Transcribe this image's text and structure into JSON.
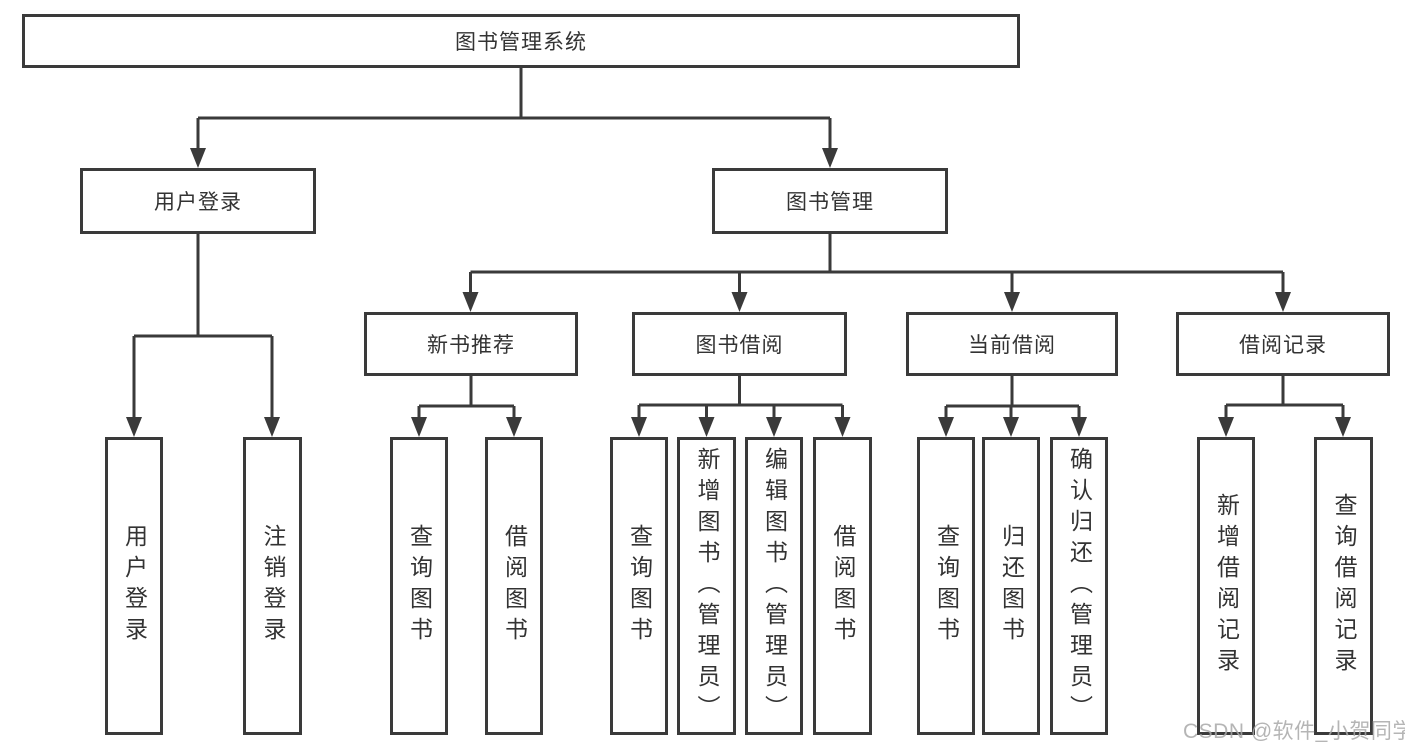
{
  "colors": {
    "background": "#ffffff",
    "line": "#3a3a3a",
    "box_border": "#3a3a3a",
    "box_fill": "#ffffff",
    "text": "#333333",
    "watermark": "#a9a9a9"
  },
  "diagram": {
    "root": {
      "label": "图书管理系统"
    },
    "branches": [
      {
        "label": "用户登录",
        "children": [
          {
            "label": "用户登录"
          },
          {
            "label": "注销登录"
          }
        ]
      },
      {
        "label": "图书管理",
        "children": [
          {
            "label": "新书推荐",
            "children": [
              {
                "label": "查询图书"
              },
              {
                "label": "借阅图书"
              }
            ]
          },
          {
            "label": "图书借阅",
            "children": [
              {
                "label": "查询图书"
              },
              {
                "label": "新增图书（管理员）"
              },
              {
                "label": "编辑图书（管理员）"
              },
              {
                "label": "借阅图书"
              }
            ]
          },
          {
            "label": "当前借阅",
            "children": [
              {
                "label": "查询图书"
              },
              {
                "label": "归还图书"
              },
              {
                "label": "确认归还（管理员）"
              }
            ]
          },
          {
            "label": "借阅记录",
            "children": [
              {
                "label": "新增借阅记录"
              },
              {
                "label": "查询借阅记录"
              }
            ]
          }
        ]
      }
    ]
  },
  "watermark": {
    "text": "CSDN @软件_小贺同学"
  }
}
